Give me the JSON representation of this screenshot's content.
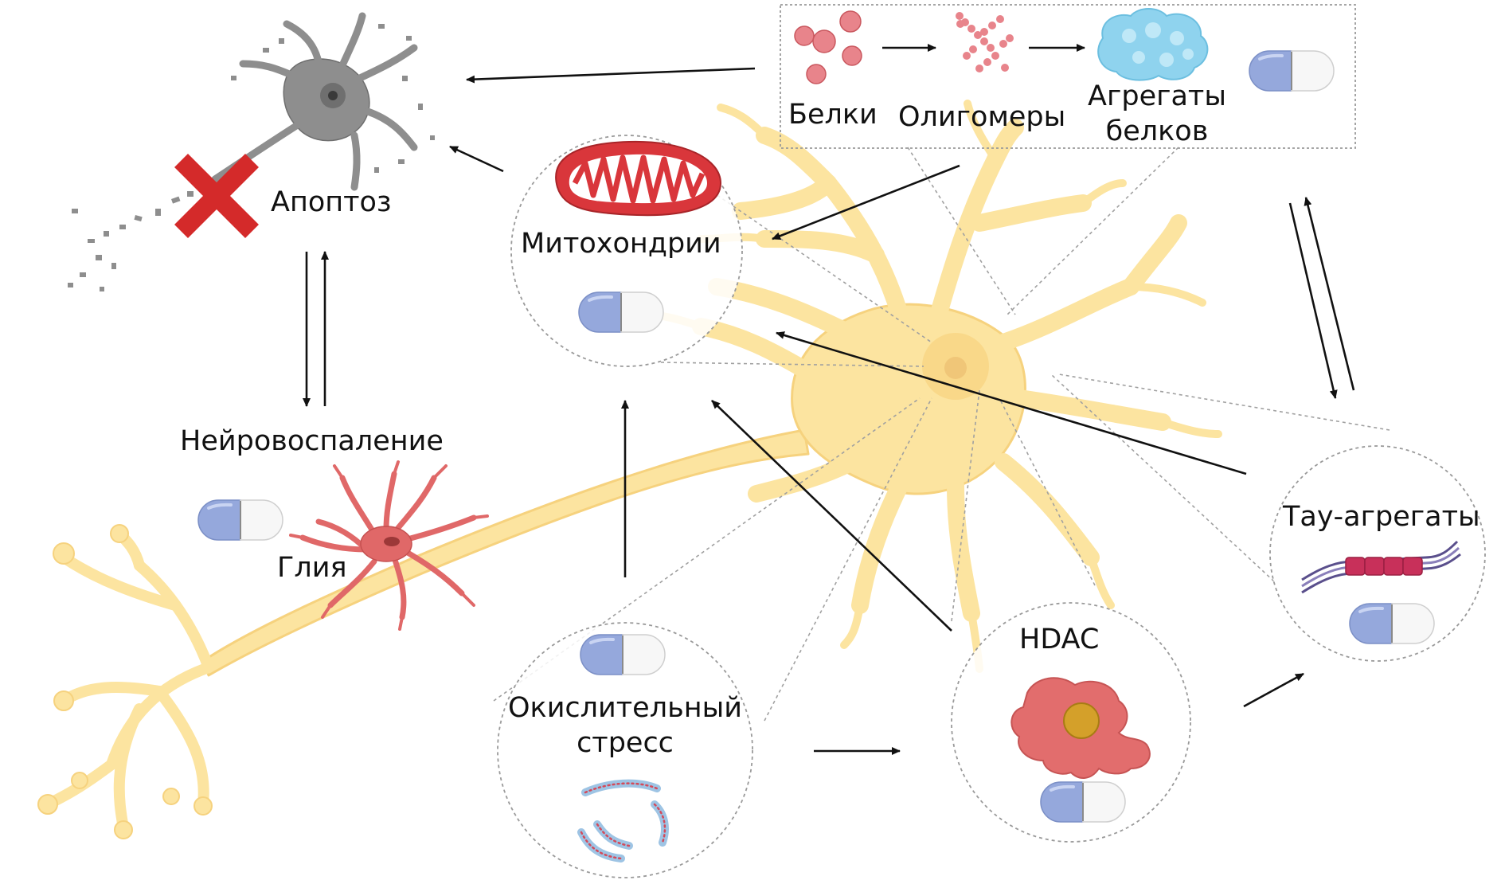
{
  "labels": {
    "apoptosis": "Апоптоз",
    "neuroinflammation": "Нейровоспаление",
    "glia": "Глия",
    "mitochondria": "Митохондрии",
    "proteins": "Белки",
    "oligomers": "Олигомеры",
    "aggregates_line1": "Агрегаты",
    "aggregates_line2": "белков",
    "tau": "Тау-агрегаты",
    "hdac": "HDAC",
    "oxidative_line1": "Окислительный",
    "oxidative_line2": "стресс"
  },
  "colors": {
    "neuron": "#fce4a0",
    "neuron_outline": "#f6d27e",
    "nucleus": "#f9d889",
    "dead_neuron": "#8e8e8e",
    "cross": "#d42a2a",
    "glia": "#e06868",
    "protein": "#e8848b",
    "aggregate": "#8fd3ee",
    "mitochondria": "#d9363b",
    "hdac": "#e26d6d",
    "hdac_ligand": "#d4a02a",
    "tau_band": "#c8305a",
    "tau_strand": "#5a4f8c",
    "pill_blue": "#95a8dc",
    "arrow": "#111111",
    "dashed": "#9a9a9a"
  },
  "icons": [
    "pill-icon",
    "mitochondria-icon",
    "glia-cell-icon",
    "apoptotic-neuron-icon",
    "cross-icon",
    "protein-icon",
    "oligomer-icon",
    "protein-aggregate-icon",
    "tau-fibril-icon",
    "hdac-enzyme-icon",
    "membrane-fragment-icon"
  ]
}
